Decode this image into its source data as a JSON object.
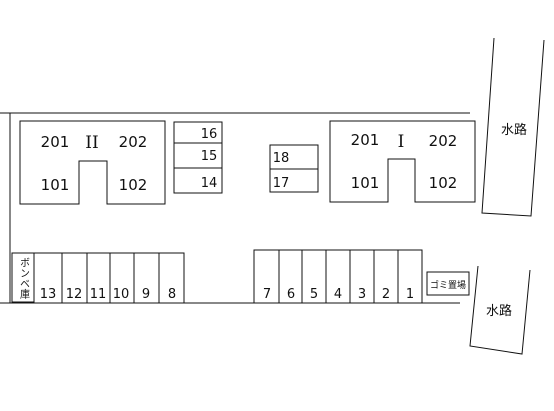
{
  "colors": {
    "line": "#111111",
    "background": "#ffffff"
  },
  "buildings": [
    {
      "name": "II",
      "rooms": [
        "201",
        "202",
        "101",
        "102"
      ]
    },
    {
      "name": "I",
      "rooms": [
        "201",
        "202",
        "101",
        "102"
      ]
    }
  ],
  "center_spaces": [
    "16",
    "15",
    "14",
    "18",
    "17"
  ],
  "left_row_spaces": [
    "13",
    "12",
    "11",
    "10",
    "9",
    "8"
  ],
  "right_row_spaces": [
    "7",
    "6",
    "5",
    "4",
    "3",
    "2",
    "1"
  ],
  "labels": {
    "gas_storage": "ボンベ庫",
    "garbage": "ゴミ置場",
    "waterway_top": "水路",
    "waterway_bottom": "水路"
  }
}
